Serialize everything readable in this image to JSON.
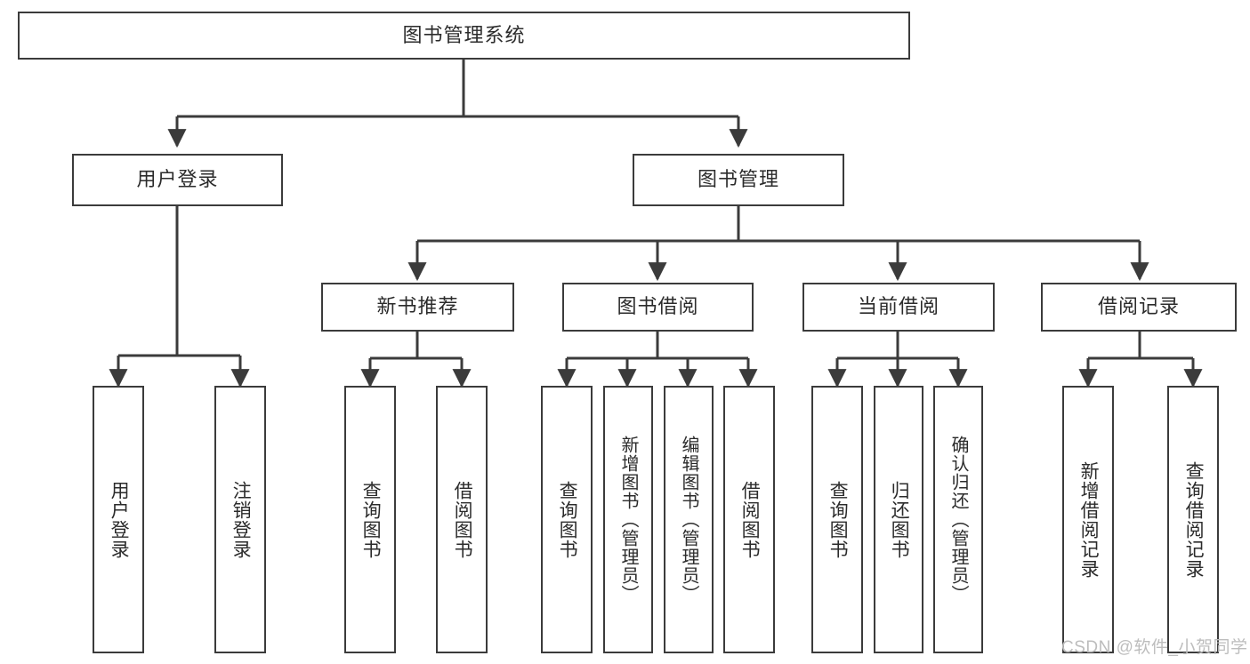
{
  "diagram": {
    "type": "tree-hierarchy",
    "title": "图书管理系统",
    "orientation": "top-down",
    "colors": {
      "box_stroke": "#3b3b3b",
      "box_fill": "#ffffff",
      "text": "#2b2b2b",
      "edge": "#3b3b3b",
      "watermark": "#bdbdbd",
      "background": "#ffffff"
    },
    "root": {
      "label": "图书管理系统",
      "children": [
        {
          "label": "用户登录",
          "children": [
            {
              "label": "用户登录"
            },
            {
              "label": "注销登录"
            }
          ]
        },
        {
          "label": "图书管理",
          "children": [
            {
              "label": "新书推荐",
              "children": [
                {
                  "label": "查询图书"
                },
                {
                  "label": "借阅图书"
                }
              ]
            },
            {
              "label": "图书借阅",
              "children": [
                {
                  "label": "查询图书"
                },
                {
                  "label": "新增图书（管理员）"
                },
                {
                  "label": "编辑图书（管理员）"
                },
                {
                  "label": "借阅图书"
                }
              ]
            },
            {
              "label": "当前借阅",
              "children": [
                {
                  "label": "查询图书"
                },
                {
                  "label": "归还图书"
                },
                {
                  "label": "确认归还（管理员）"
                }
              ]
            },
            {
              "label": "借阅记录",
              "children": [
                {
                  "label": "新增借阅记录"
                },
                {
                  "label": "查询借阅记录"
                }
              ]
            }
          ]
        }
      ]
    }
  },
  "nodes": {
    "root": {
      "label": "图书管理系统"
    },
    "user_login": {
      "label": "用户登录"
    },
    "book_manage": {
      "label": "图书管理"
    },
    "new_book_rec": {
      "label": "新书推荐"
    },
    "book_borrow": {
      "label": "图书借阅"
    },
    "current_borrow": {
      "label": "当前借阅"
    },
    "borrow_record": {
      "label": "借阅记录"
    },
    "leaf_user_login": {
      "label": "用户登录"
    },
    "leaf_logout": {
      "label": "注销登录"
    },
    "leaf_query_book_1": {
      "label": "查询图书"
    },
    "leaf_borrow_book_1": {
      "label": "借阅图书"
    },
    "leaf_query_book_2": {
      "label": "查询图书"
    },
    "leaf_add_book": {
      "label": "新增图书（管理员）"
    },
    "leaf_edit_book": {
      "label": "编辑图书（管理员）"
    },
    "leaf_borrow_book_2": {
      "label": "借阅图书"
    },
    "leaf_query_book_3": {
      "label": "查询图书"
    },
    "leaf_return_book": {
      "label": "归还图书"
    },
    "leaf_confirm_return": {
      "label": "确认归还（管理员）"
    },
    "leaf_add_record": {
      "label": "新增借阅记录"
    },
    "leaf_query_record": {
      "label": "查询借阅记录"
    }
  },
  "watermark": {
    "text": "CSDN @软件_小贺同学"
  }
}
